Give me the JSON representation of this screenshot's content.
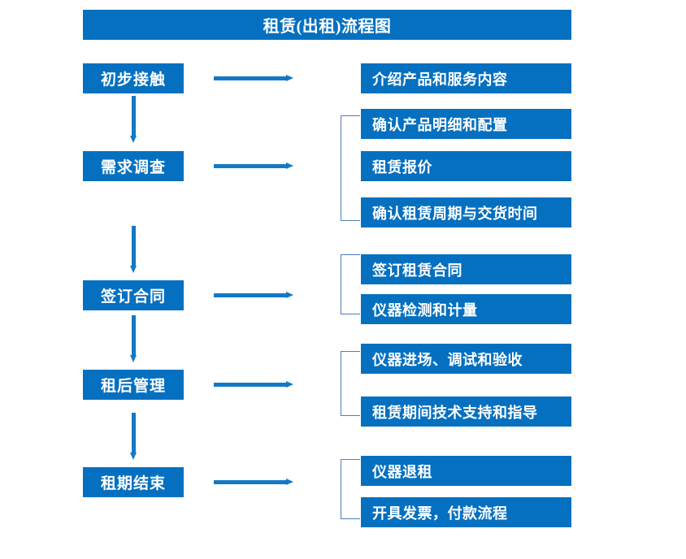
{
  "title": "租赁(出租)流程图",
  "colors": {
    "box_fill": "#0570C0",
    "box_text": "#FFFFFF",
    "arrow": "#1379C4",
    "bracket": "#4A7EBB",
    "background": "#FFFFFF"
  },
  "stages": [
    {
      "label": "初步接触"
    },
    {
      "label": "需求调查"
    },
    {
      "label": "签订合同"
    },
    {
      "label": "租后管理"
    },
    {
      "label": "租期结束"
    }
  ],
  "details": [
    {
      "label": "介绍产品和服务内容"
    },
    {
      "label": "确认产品明细和配置"
    },
    {
      "label": "租赁报价"
    },
    {
      "label": "确认租赁周期与交货时间"
    },
    {
      "label": "签订租赁合同"
    },
    {
      "label": "仪器检测和计量"
    },
    {
      "label": "仪器进场、调试和验收"
    },
    {
      "label": "租赁期间技术支持和指导"
    },
    {
      "label": "仪器退租"
    },
    {
      "label": "开具发票，付款流程"
    }
  ]
}
